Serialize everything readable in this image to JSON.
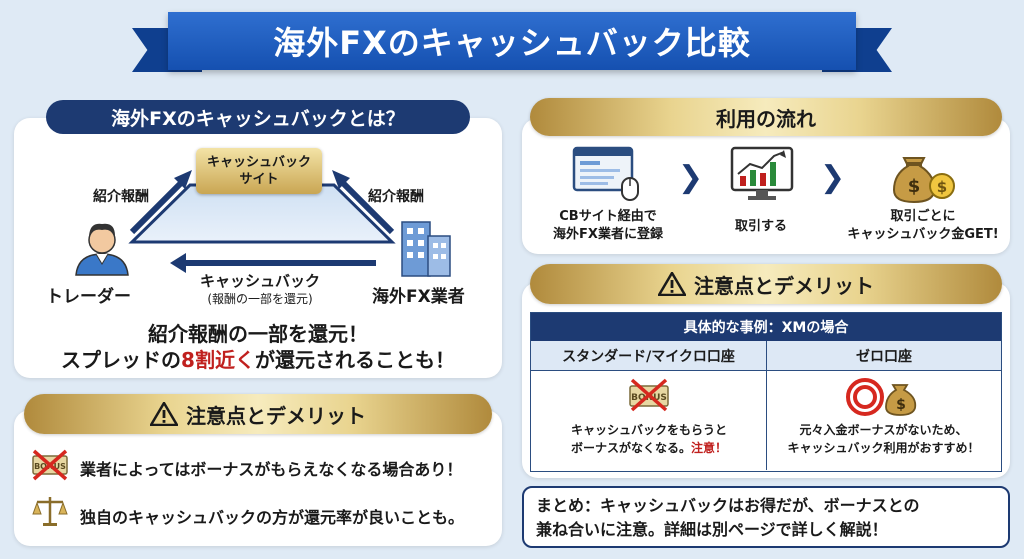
{
  "title": "海外FXのキャッシュバック比較",
  "left": {
    "header": "海外FXのキャッシュバックとは？",
    "site_label_1": "キャッシュバック",
    "site_label_2": "サイト",
    "fee_left": "紹介報酬",
    "fee_right": "紹介報酬",
    "trader": "トレーダー",
    "broker": "海外FX業者",
    "cashback": "キャッシュバック",
    "cashback_sub": "(報酬の一部を還元)",
    "summary_line1": "紹介報酬の一部を還元！",
    "summary_line2_pre": "スプレッドの",
    "summary_line2_em": "8割近く",
    "summary_line2_post": "が還元されることも！",
    "em_color": "#c0201e"
  },
  "left_cautions": {
    "header": "注意点とデメリット",
    "items": [
      {
        "icon": "bonus-crossed-icon",
        "text": "業者によってはボーナスがもらえなくなる場合あり！"
      },
      {
        "icon": "scale-icon",
        "text": "独自のキャッシュバックの方が還元率が良いことも。"
      }
    ]
  },
  "flow": {
    "header": "利用の流れ",
    "steps": [
      {
        "icon": "computer-mouse-icon",
        "line1": "CBサイト経由で",
        "line2": "海外FX業者に登録"
      },
      {
        "icon": "chart-monitor-icon",
        "line1": "取引する",
        "line2": ""
      },
      {
        "icon": "money-bag-icon",
        "line1": "取引ごとに",
        "line2": "キャッシュバック金GET!"
      }
    ]
  },
  "right_cautions": {
    "header": "注意点とデメリット",
    "table_title": "具体的な事例：XMの場合",
    "col1": "スタンダード/マイクロ口座",
    "col2": "ゼロ口座",
    "col1_text1": "キャッシュバックをもらうと",
    "col1_text2_pre": "ボーナスがなくなる。",
    "col1_text2_em": "注意！",
    "col2_text1": "元々入金ボーナスがないため、",
    "col2_text2": "キャッシュバック利用がおすすめ！"
  },
  "conclusion": {
    "line1": "まとめ：キャッシュバックはお得だが、ボーナスとの",
    "line2": "兼ね合いに注意。詳細は別ページで詳しく解説！"
  },
  "colors": {
    "navy": "#1d3a72",
    "title_blue": "#1550b0",
    "gold": "#e9d48f",
    "red": "#c0201e"
  }
}
